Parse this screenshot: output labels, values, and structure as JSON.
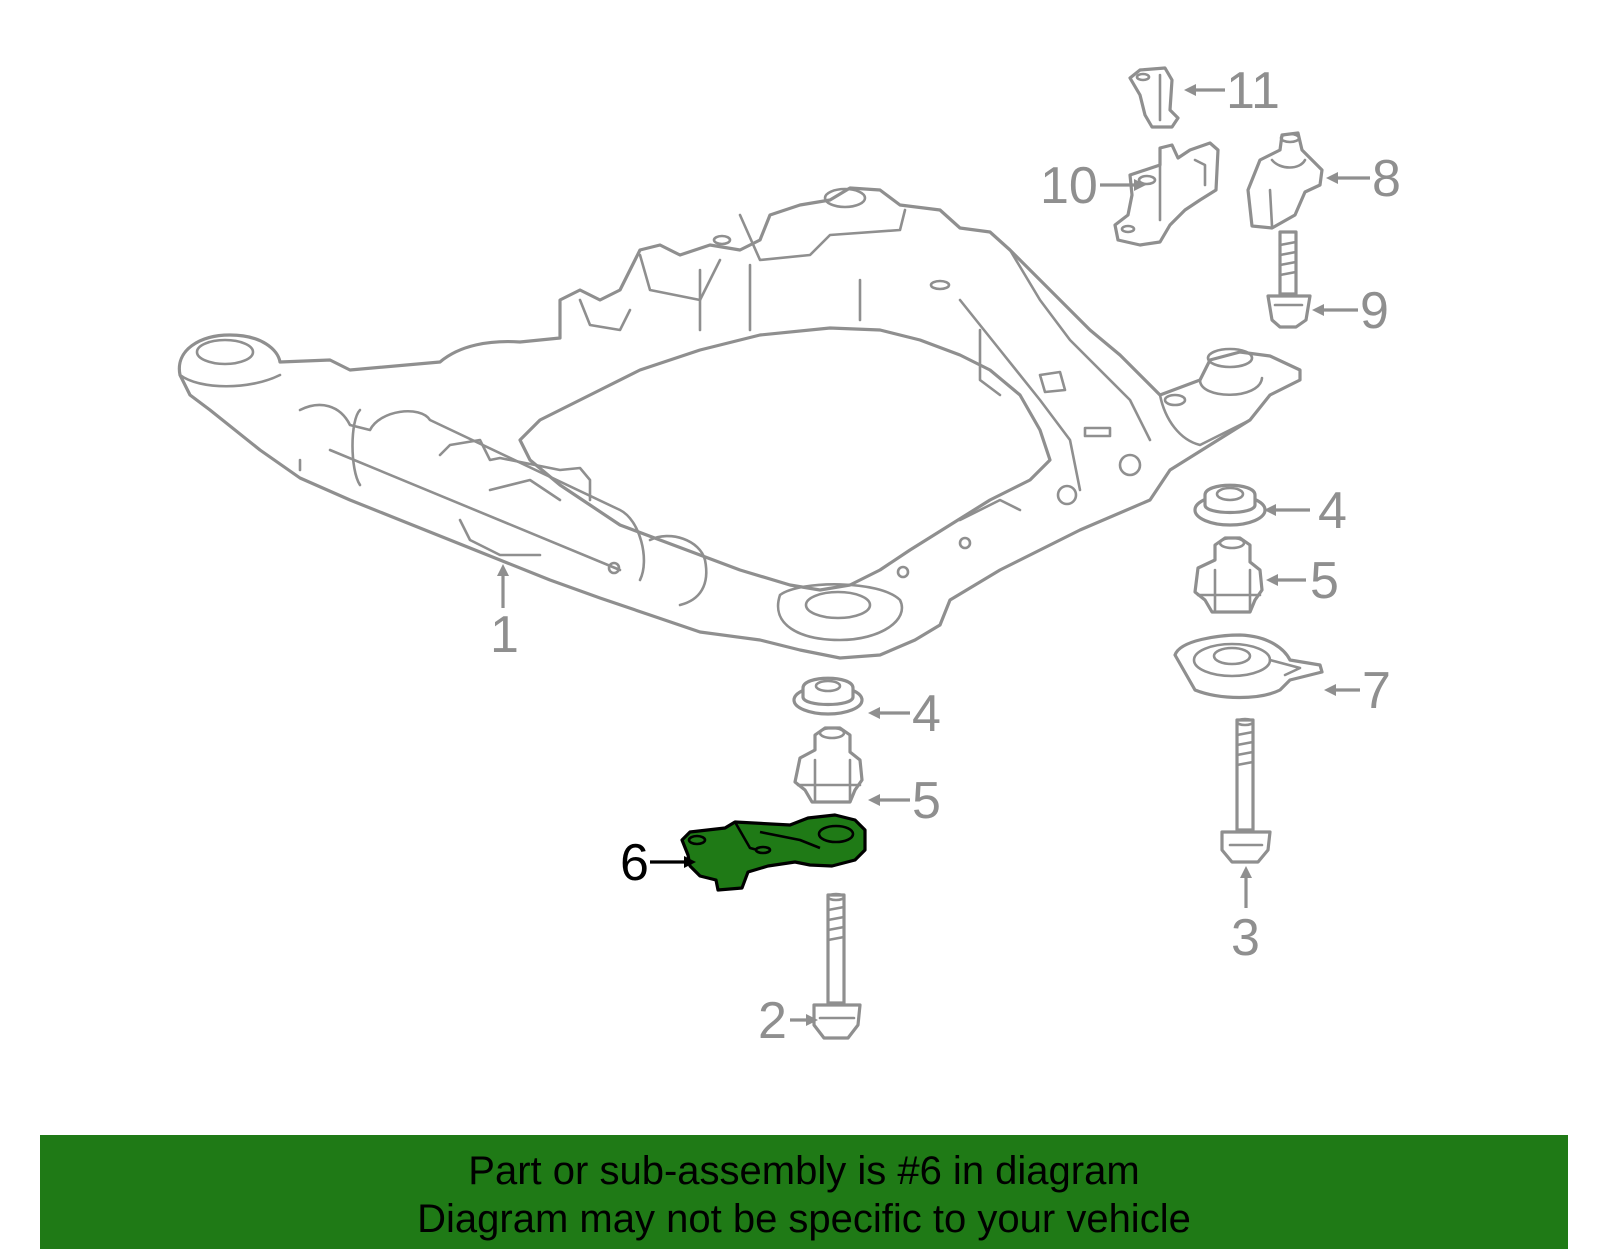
{
  "callouts": {
    "c1": "1",
    "c2": "2",
    "c3": "3",
    "c4a": "4",
    "c4b": "4",
    "c5a": "5",
    "c5b": "5",
    "c6": "6",
    "c7": "7",
    "c8": "8",
    "c9": "9",
    "c10": "10",
    "c11": "11"
  },
  "banner": {
    "line1": "Part or sub-assembly is #6 in diagram",
    "line2": "Diagram may not be specific to your vehicle"
  },
  "colors": {
    "highlight": "#1f7a16",
    "line_art": "#8f8f8f"
  }
}
